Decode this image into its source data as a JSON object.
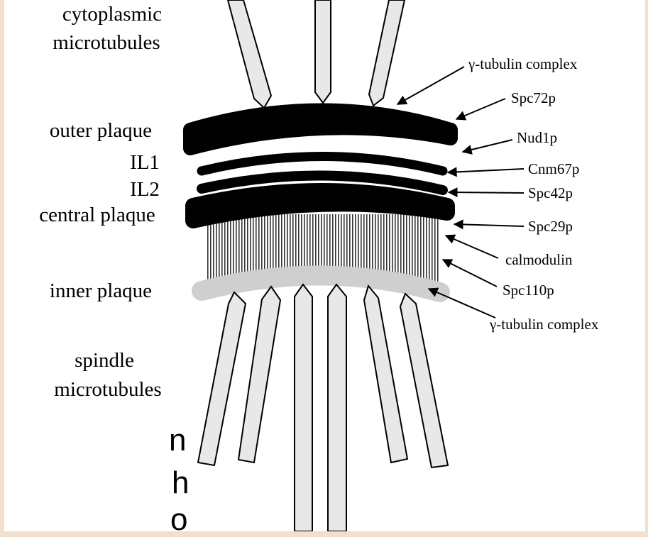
{
  "colors": {
    "background": "#f2dfce",
    "panel": "#ffffff",
    "plaque": "#000000",
    "inner_plaque": "#d0d0d0",
    "microtubule_fill": "#e8e8e8",
    "stroke": "#000000"
  },
  "left_labels": {
    "cytoplasmic_line1": "cytoplasmic",
    "cytoplasmic_line2": "microtubules",
    "outer_plaque": "outer plaque",
    "il1": "IL1",
    "il2": "IL2",
    "central_plaque": "central plaque",
    "inner_plaque": "inner plaque",
    "spindle_line1": "spindle",
    "spindle_line2": "microtubules"
  },
  "right_labels": {
    "gamma_tubulin_top": "γ-tubulin complex",
    "spc72p": "Spc72p",
    "nud1p": "Nud1p",
    "cnm67p": "Cnm67p",
    "spc42p": "Spc42p",
    "spc29p": "Spc29p",
    "calmodulin": "calmodulin",
    "spc110p": "Spc110p",
    "gamma_tubulin_bottom": "γ-tubulin complex"
  },
  "background_fragments": [
    "n",
    "h",
    "o"
  ]
}
